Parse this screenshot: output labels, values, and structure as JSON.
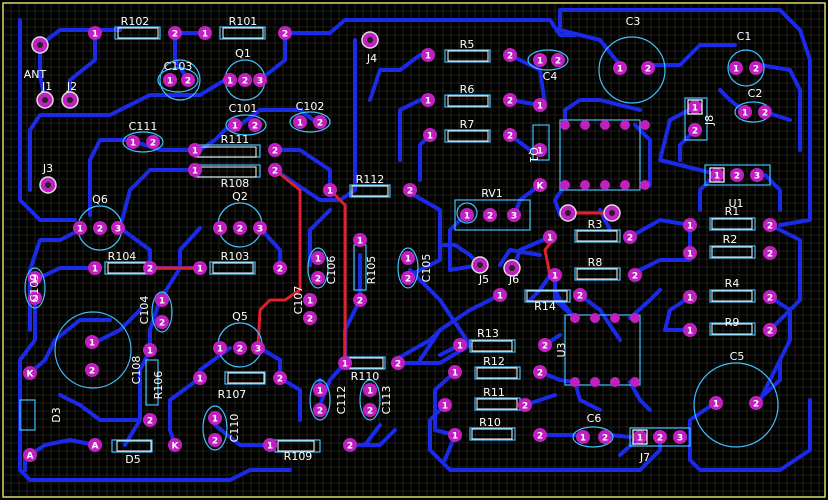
{
  "colors": {
    "background": "#000000",
    "grid": "#3a3a2a",
    "border": "#d8d860",
    "trace_bottom": "#1a2ae6",
    "trace_top": "#e0202a",
    "pad": "#c020c0",
    "pad_text": "#ffffff",
    "silk": "#ffffff",
    "outline": "#40c0ff",
    "label": "#ffffff"
  },
  "labels": {
    "R102": "R102",
    "R101": "R101",
    "Q1": "Q1",
    "C103": "C103",
    "ANT": "ANT",
    "J1": "J1",
    "J2": "J2",
    "C101": "C101",
    "C102": "C102",
    "C111": "C111",
    "R111": "R111",
    "R108": "R108",
    "J3": "J3",
    "Q6": "Q6",
    "Q2": "Q2",
    "R104": "R104",
    "R103": "R103",
    "C109": "C109",
    "C104": "C104",
    "C108": "C108",
    "R106": "R106",
    "Q5": "Q5",
    "C107": "C107",
    "C106": "C106",
    "R105": "R105",
    "C105": "C105",
    "R112": "R112",
    "J4": "J4",
    "R5": "R5",
    "C4": "C4",
    "R6": "R6",
    "R7": "R7",
    "Q1b": "Q1",
    "RV1": "RV1",
    "C3": "C3",
    "C1": "C1",
    "C2": "C2",
    "J8": "J8",
    "U1": "U1",
    "R1": "R1",
    "R2": "R2",
    "R3": "R3",
    "R8": "R8",
    "R14": "R14",
    "J5": "J5",
    "J6": "J6",
    "R4": "R4",
    "R9": "R9",
    "R13": "R13",
    "U3": "U3",
    "R12": "R12",
    "R11": "R11",
    "R10": "R10",
    "C5": "C5",
    "C6": "C6",
    "J7": "J7",
    "R110": "R110",
    "C112": "C112",
    "C113": "C113",
    "R107": "R107",
    "C110": "C110",
    "R109": "R109",
    "D3": "D3",
    "D5": "D5"
  },
  "pad_marks": {
    "p1": "1",
    "p2": "2",
    "p3": "3",
    "k": "K",
    "a": "A"
  }
}
